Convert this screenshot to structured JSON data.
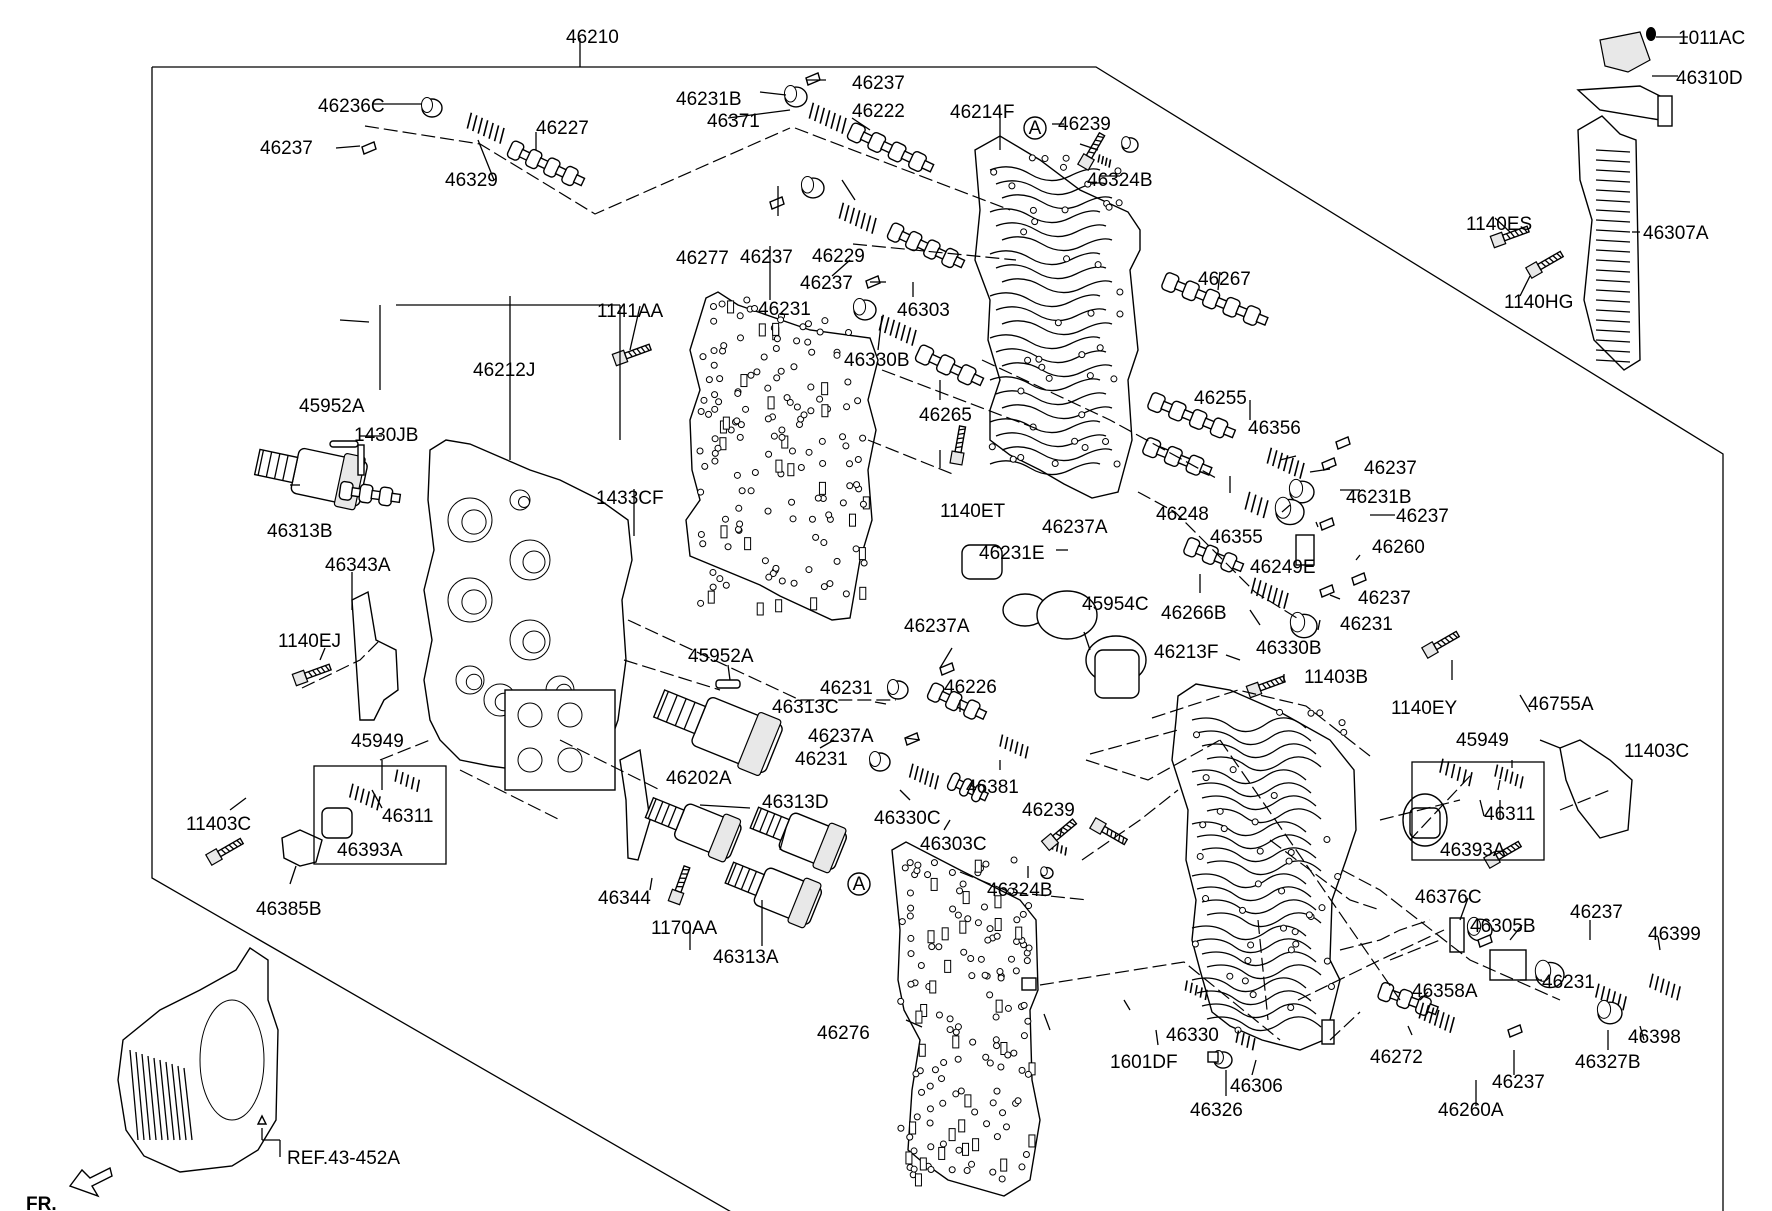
{
  "labels": [
    "46210",
    "46236C",
    "46237",
    "46329",
    "46227",
    "46231B",
    "46237",
    "46371",
    "46222",
    "46214F",
    "46239",
    "46324B",
    "1011AC",
    "46310D",
    "46307A",
    "1140ES",
    "1140HG",
    "46237",
    "46229",
    "46277",
    "46237",
    "46231",
    "46303",
    "1141AA",
    "46330B",
    "46267",
    "46212J",
    "45952A",
    "1430JB",
    "46265",
    "46255",
    "46356",
    "46237",
    "46231B",
    "46313B",
    "1140ET",
    "46248",
    "46355",
    "46237",
    "46260",
    "46237A",
    "46249E",
    "1433CF",
    "46343A",
    "46231E",
    "46266B",
    "46237",
    "46231",
    "45954C",
    "46330B",
    "46237A",
    "1140EJ",
    "46213F",
    "11403B",
    "1140EY",
    "45952A",
    "46231",
    "46226",
    "46313C",
    "46755A",
    "46237A",
    "45949",
    "45949",
    "46231",
    "11403C",
    "46202A",
    "46381",
    "46311",
    "46311",
    "46393A",
    "46393A",
    "46330C",
    "46239",
    "46313D",
    "11403C",
    "46303C",
    "46324B",
    "46385B",
    "46344",
    "46376C",
    "46305B",
    "46237",
    "46399",
    "1170AA",
    "46313A",
    "46231",
    "46358A",
    "46330",
    "46276",
    "46398",
    "46327B",
    "1601DF",
    "46306",
    "46272",
    "46237",
    "46326",
    "46260A",
    "REF.43-452A",
    "FR."
  ],
  "markers": [
    "A",
    "A"
  ]
}
